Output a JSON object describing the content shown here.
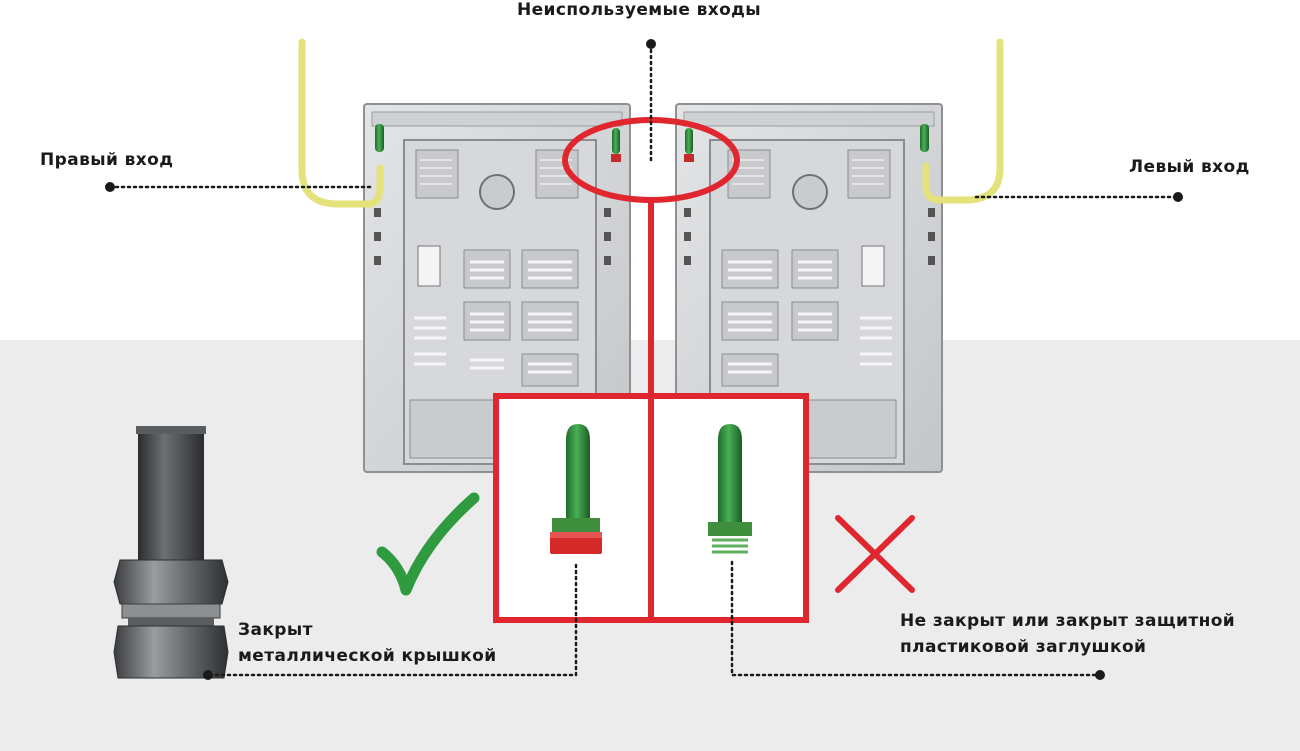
{
  "labels": {
    "unused_inlets": "Неиспользуемые входы",
    "right_inlet": "Правый вход",
    "left_inlet": "Левый вход",
    "closed_line1": "Закрыт",
    "closed_line2": "металлической крышкой",
    "not_closed_line1": "Не закрыт или закрыт защитной",
    "not_closed_line2": "пластиковой заглушкой"
  },
  "icons": {
    "correct": "checkmark-icon",
    "incorrect": "cross-icon"
  },
  "colors": {
    "highlight_red": "#e0262e",
    "check_green": "#2f9a3e",
    "cross_red": "#e0262e",
    "hose_yellow": "#e4e27a",
    "fitting_green": "#2f8b3a",
    "cap_red": "#d42a2a",
    "panel_gray": "#d3d5d8",
    "background_floor": "#ececec"
  }
}
